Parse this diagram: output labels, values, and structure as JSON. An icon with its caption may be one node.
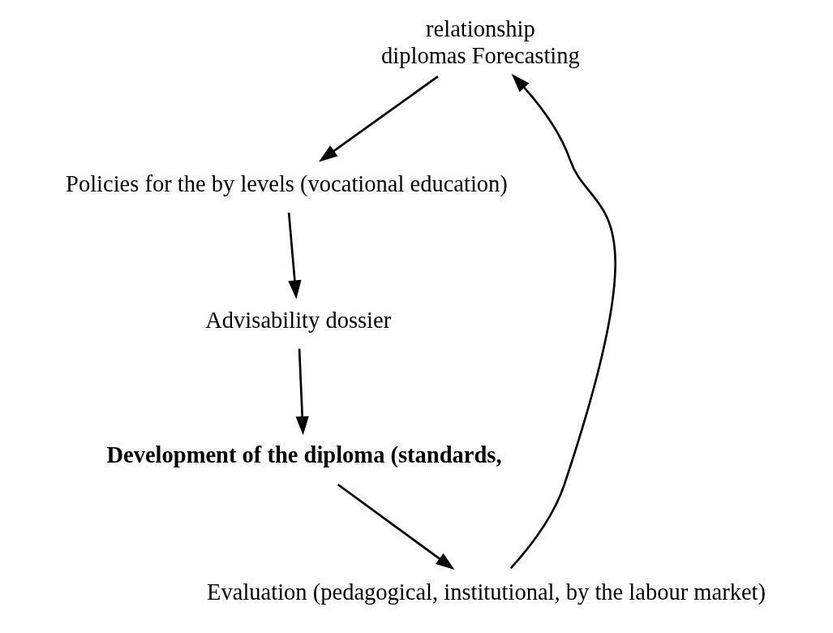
{
  "diagram": {
    "nodes": [
      {
        "text": [
          "relationship",
          "diplomas Forecasting"
        ]
      },
      {
        "text": [
          "Policies for the by levels (vocational education)"
        ]
      },
      {
        "text": [
          "Advisability dossier"
        ]
      },
      {
        "text": [
          "Development of the diploma (standards,"
        ]
      },
      {
        "text": [
          "Evaluation (pedagogical, institutional, by the labour market)"
        ]
      }
    ],
    "edges": [
      {
        "from": 0,
        "to": 1,
        "arrow": "to"
      },
      {
        "from": 1,
        "to": 2,
        "arrow": "to"
      },
      {
        "from": 2,
        "to": 3,
        "arrow": "to"
      },
      {
        "from": 3,
        "to": 4,
        "arrow": "to"
      },
      {
        "from": 4,
        "to": 0,
        "arrow": "to"
      }
    ]
  }
}
